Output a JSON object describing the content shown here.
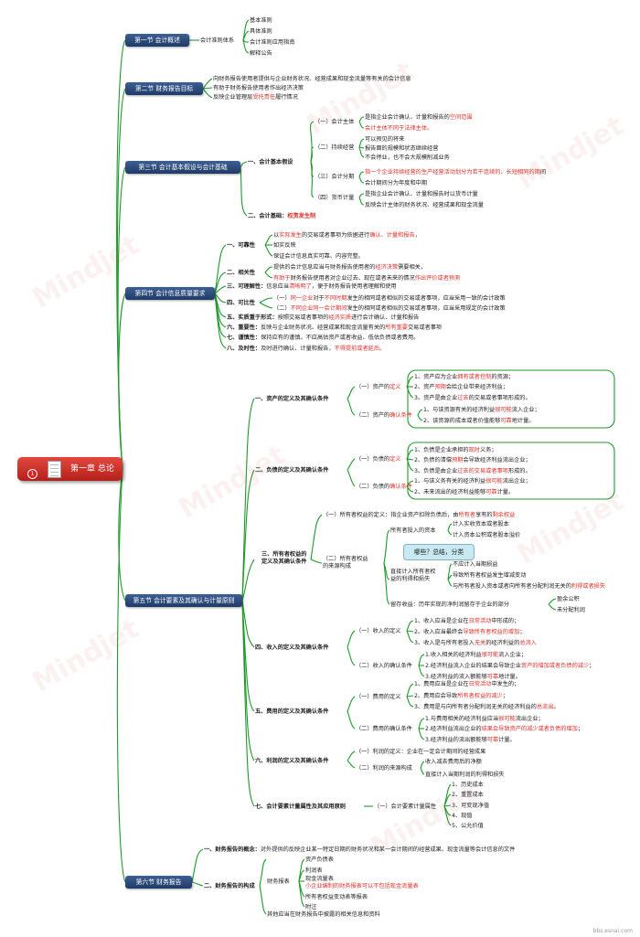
{
  "root": "第一章 总论",
  "root_badge": "1",
  "colors": {
    "branch": "#1f9a2c",
    "section": "#2a4a7c",
    "root": "#c8322c",
    "emphasis": "#e0302a"
  },
  "watermark_text": "Mindjet",
  "footer": "bbs.esnai.com",
  "s1": {
    "title": "第一节  会计概述",
    "node": "会计准则体系",
    "items": [
      "基本准则",
      "具体准则",
      "会计准则应用指南",
      "解释公告"
    ]
  },
  "s2": {
    "title": "第二节  财务报告目标",
    "l1": "向财务报告使用者提供与企业财务状况、经营成果和现金流量等有关的会计信息",
    "l2": "有助于财务报告使用者作出经济决策",
    "l3a": "反映企业管理层",
    "l3r": "受托责任",
    "l3b": "履行情况"
  },
  "s3": {
    "title": "第三节  会计基本假设与会计基础",
    "a": "一、会计基本假设",
    "a1": "（一）会计主体",
    "a1_1a": "是指企业会计确认、计量和报告的",
    "a1_1r": "空间范围",
    "a1_2": "会计主体不同于法律主体。",
    "a2": "（二）持续经营",
    "a2_1": "可以预见的将来",
    "a2_2": "报告面的规模和状态继续经营",
    "a2_3": "不会停业，也不会大规模削减业务",
    "a3": "（三）会计分期",
    "a3_1r": "指一个企业持续经营的生产经营活动划分为若干连续的、长短相同的期",
    "a3_1b": "间",
    "a3_2": "会计期间分为年度和中期",
    "a4": "（四）货币计量",
    "a4_1": "是指企业会计确认、计量和报告时以货币计量",
    "a4_2": "反映会计主体的财务状况、经营成果和现金流量",
    "b": "二、会计基础：",
    "b_r": "权责发生制"
  },
  "s4": {
    "title": "第四节  会计信息质量要求",
    "q1": "一、可靠性",
    "q1_1a": "以",
    "q1_1r1": "实际发生",
    "q1_1b": "的交易或者事项为依据进行",
    "q1_1r2": "确认、计量和报告",
    "q1_1c": "，",
    "q1_2": "如实反映",
    "q1_3": "保证会计信息真实可靠、内容完整。",
    "q2": "二、相关性",
    "q2_1a": "提供的会计信息应当与财务报告使用者的",
    "q2_1r": "经济决策",
    "q2_1b": "需要相关，",
    "q2_2r1": "有助于",
    "q2_2a": "财务报告使用者对企业过去、现在或者未来的情况",
    "q2_2r2": "作出评价或者预测",
    "q3": "三、可理解性：",
    "q3_a": "信息应当",
    "q3_r": "清晰明了",
    "q3_b": "，便于财务报告使用者理解和使用",
    "q4": "四、可比性",
    "q4_1a": "（一）",
    "q4_1r1": "同一企业",
    "q4_1b": "对于",
    "q4_1r2": "不同时期",
    "q4_1c": "发生的相同或者相似的交易或者事项，应当采用一致的会计政策",
    "q4_2a": "（二）",
    "q4_2r1": "不同企业同一会计期间",
    "q4_2b": "发生的相同或者相似的交易或者事项，应当采用规定的会计政策",
    "q5": "五、实质重于形式：",
    "q5_a": "按照交易或者事项的",
    "q5_r": "经济实质",
    "q5_b": "进行会计确认、计量和报告",
    "q6": "六、重要性：",
    "q6_a": "反映与企业财务状况、经营成果和现金流量有关的",
    "q6_r": "所有重要",
    "q6_b": "交易或者事项",
    "q7": "七、谨慎性：",
    "q7_t": "保持应有的谨慎，不应高估资产或者收益、低估负债或者费用。",
    "q8": "八、及时性：",
    "q8_a": "及时进行确认、计量和报告，",
    "q8_r": "不得提前或者延后。"
  },
  "s5": {
    "title": "第五节  会计要素及其确认与计量原则",
    "e1": "一、资产的定义及其确认条件",
    "e1_a": "（一）资产的",
    "e1_ar": "定义",
    "e1_a1a": "1、资产应为企业",
    "e1_a1r": "拥有或者控制",
    "e1_a1b": "的资源；",
    "e1_a2a": "2、资产",
    "e1_a2r": "预期",
    "e1_a2b": "会给企业带来经济利益；",
    "e1_a3a": "3、资产是由企业",
    "e1_a3r": "过去",
    "e1_a3b": "的交易或者事项形成的。",
    "e1_b": "（二）资产的",
    "e1_br": "确认条件",
    "e1_b1a": "1、与该资源有关的经济利益",
    "e1_b1r": "很可能",
    "e1_b1b": "流入企业；",
    "e1_b2a": "2、该资源的成本或者价值能够",
    "e1_b2r": "可靠",
    "e1_b2b": "地计量。",
    "e2": "二、负债的定义及其确认条件",
    "e2_a": "（一）负债的",
    "e2_ar": "定义",
    "e2_a1a": "1、负债是企业承担的",
    "e2_a1r": "现时",
    "e2_a1b": "义务；",
    "e2_a2a": "2、负债的清偿",
    "e2_a2r": "预期",
    "e2_a2b": "会导致经济利益流出企业；",
    "e2_a3a": "3、负债是由企业",
    "e2_a3r": "过去的交易或者事项",
    "e2_a3b": "形成的。",
    "e2_b": "（二）负债的",
    "e2_br": "确认条件",
    "e2_b1a": "1、与该义务有关的经济利益",
    "e2_b1r": "很可能",
    "e2_b1b": "流出企业；",
    "e2_b2a": "2、未来流出的经济利益能够",
    "e2_b2r": "可靠",
    "e2_b2b": "计量。",
    "e3": "三、所有者权益的定义及其确认条件",
    "e3_a": "（一）所有者权益的定义：指企业资产扣除负债后，由",
    "e3_ar1": "所有者",
    "e3_ab": "享有的",
    "e3_ar2": "剩余权益",
    "e3_b": "（二）所有者权益的来源构成",
    "e3_b1": "所有者投入的资本",
    "e3_b1a": "计入实收资本或者股本",
    "e3_b1b": "计入资本公积或者股本溢价",
    "e3_callout": "哪些？总结，分类",
    "e3_b2": "直接计入所有者权益的利得和损失",
    "e3_b2a": "不应计入当期损益",
    "e3_b2b": "导致所有者权益发生增减变动",
    "e3_b2c": "与所有者投入资本或者向所有者分配利润无关的",
    "e3_b2cr": "利得或者损失",
    "e3_b3": "留存收益：历年实现的净利润留存于企业的部分",
    "e3_b3a": "盈余公积",
    "e3_b3b": "未分配利润",
    "e4": "四、收入的定义及其确认条件",
    "e4_a": "（一）收入的定义",
    "e4_a1a": "1、收入应当是企业在",
    "e4_a1r": "日常活动",
    "e4_a1b": "中形成的；",
    "e4_a2a": "2、收入应当最终会",
    "e4_a2r": "导致所有者权益的增加",
    "e4_a2b": "；",
    "e4_a3a": "3、收入是与所有者投入",
    "e4_a3r": "无关",
    "e4_a3b": "的经济利益的",
    "e4_a3r2": "总流入",
    "e4_b": "（二）收入的确认条件",
    "e4_b1a": "1.收入相关的经济利益",
    "e4_b1r": "很可能",
    "e4_b1b": "流入企业；",
    "e4_b2a": "2.经济利益流入企业的结果会导致企业",
    "e4_b2r": "资产的增加或者负债的减少",
    "e4_b2b": "；",
    "e4_b3a": "3.经济利益的流入额能够",
    "e4_b3r": "可靠",
    "e4_b3b": "地计量。",
    "e5": "五、费用的定义及其确认条件",
    "e5_a": "（一）费用的定义",
    "e5_a1a": "1、费用应当是企业在",
    "e5_a1r": "日常活动",
    "e5_a1b": "中发生的；",
    "e5_a2a": "2、费用应会导致",
    "e5_a2r": "所有者权益的减少",
    "e5_a2b": "；",
    "e5_a3a": "3、费用是与向所有者分配利润无关的经济利益的",
    "e5_a3r": "总流出",
    "e5_a3b": "。",
    "e5_b": "（二）费用的确认条件",
    "e5_b1a": "1.与费用相关的经济利益应当",
    "e5_b1r": "很可能",
    "e5_b1b": "流出企业；",
    "e5_b2a": "2.经济利益流出企业的",
    "e5_b2r": "结果会导致资产的减少或者负债的增加",
    "e5_b2b": "；",
    "e5_b3a": "3.经济利益的流出额能够",
    "e5_b3r": "可靠",
    "e5_b3b": "计量。",
    "e6": "六、利润的定义及其确认条件",
    "e6_a": "（一）利润的定义：企业在一定会计期间的经营成果",
    "e6_b": "（二）利润的来源构成",
    "e6_b1": "收入减去费用后的净额",
    "e6_b2": "直接计入当期利润的利得和损失",
    "e7": "七、会计要素计量属性及其应用原则",
    "e7_a": "（一）会计要素计量属性",
    "e7_items": [
      "1、历史成本",
      "2、重置成本",
      "3、可变现净值",
      "4、现值",
      "5、公允价值"
    ]
  },
  "s6": {
    "title": "第六节  财务报告",
    "f1": "一、财务报告的概念：",
    "f1_t": "对外提供的反映企业某一特定日期的财务状况和某一会计期间的经营成果、现金流量等会计信息的文件",
    "f2": "二、财务报告的构成",
    "f2_a": "财务报表",
    "f2_a1": "资产负债表",
    "f2_a2": "利润表",
    "f2_a3": "现金流量表",
    "f2_a3r": "小企业编制的财务报表可以不包括现金流量表",
    "f2_a4": "所有者权益变动表等报表",
    "f2_a5": "附注",
    "f2_b": "其他应当在财务报告中披露的相关信息和资料"
  }
}
